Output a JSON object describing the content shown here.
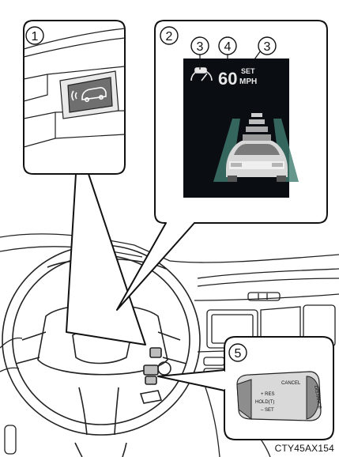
{
  "callouts": {
    "c1": "1",
    "c2": "2",
    "c3a": "3",
    "c4": "4",
    "c3b": "3",
    "c5": "5"
  },
  "display": {
    "speed": "60",
    "set": "SET",
    "unit": "MPH",
    "background": "#0a0d12",
    "road_glow": "#4f9a86"
  },
  "lever": {
    "cancel": "CANCEL",
    "res": "+ RES",
    "hold": "HOLD(T)",
    "set": "– SET",
    "distance": "DISTANCE"
  },
  "icons": {
    "switch": "radar-cruise-switch-icon",
    "gauge": "radar-cruise-indicator-icon",
    "car": "vehicle-ahead-icon"
  },
  "figure_code": "CTY45AX154"
}
